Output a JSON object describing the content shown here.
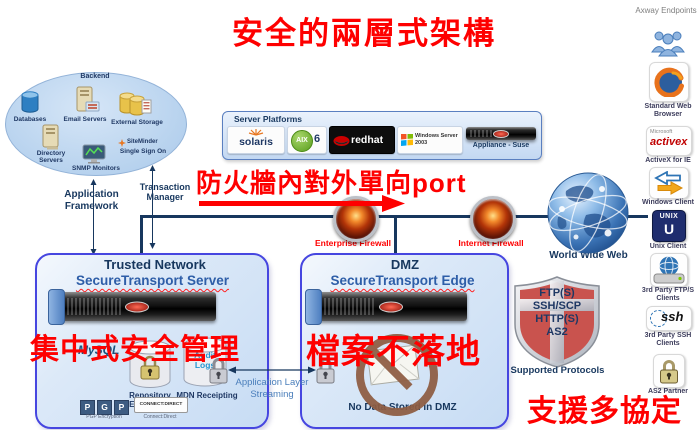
{
  "title": "安全的兩層式架構",
  "annotations": {
    "firewall_port": "防火牆內對外單向port",
    "central_management": "集中式安全管理",
    "no_data_landing": "檔案不落地",
    "multi_protocol": "支援多協定"
  },
  "backend": {
    "label": "Backend",
    "items": [
      "Databases",
      "Email Servers",
      "External Storage",
      "Directory Servers",
      "SNMP Monitors"
    ],
    "siteminder": "SiteMinder",
    "sso": "Single Sign On"
  },
  "framework_label": "Application Framework",
  "transaction_label": "Transaction Manager",
  "server_platforms": {
    "title": "Server Platforms",
    "solaris": "solaris",
    "aix": "AIX",
    "aix_version": "6",
    "redhat": "redhat",
    "windows": "Windows Server 2003",
    "appliance": "Appliance - Suse"
  },
  "firewalls": {
    "enterprise": "Enterprise Firewall",
    "internet": "Internet Firewall"
  },
  "www_label": "World Wide Web",
  "trusted": {
    "title": "Trusted Network",
    "subtitle": "SecureTransport Server",
    "mysql": "MySQL",
    "audit_cylinder": "Audit Logs",
    "repository_label": "Repository Encryption",
    "mdn_label": "MDN Receipting",
    "pgp_letters": [
      "P",
      "G",
      "P"
    ],
    "pgp_label": "PGP Encryption",
    "connect_direct_logo": "CONNECT:DIRECT",
    "connect_direct_label": "Connect:Direct"
  },
  "dmz": {
    "title": "DMZ",
    "subtitle": "SecureTransport Edge",
    "note": "No Data Stored in DMZ"
  },
  "streaming_label": "Application Layer Streaming",
  "shield": {
    "protocols": [
      "FTP(S)",
      "SSH/SCP",
      "HTTP(S)",
      "AS2"
    ],
    "caption": "Supported Protocols"
  },
  "endpoints": {
    "title": "Axway Endpoints",
    "labels": [
      "Standard Web Browser",
      "ActiveX for IE",
      "Windows Client",
      "Unix Client",
      "3rd Party FTP/S Clients",
      "3rd Party SSH Clients",
      "AS2 Partner"
    ],
    "activex_brand": "Microsoft",
    "activex_logo": "activex",
    "unix_logo": "UNIX",
    "unix_letter": "U",
    "ssh_logo": "ssh"
  },
  "colors": {
    "accent_red": "#FE0000",
    "navy": "#17375E",
    "link_blue": "#2E5EA8",
    "box_border": "#4646E0",
    "cloud_fill": "#B7D2EE",
    "shield_red": "#C9534E"
  }
}
